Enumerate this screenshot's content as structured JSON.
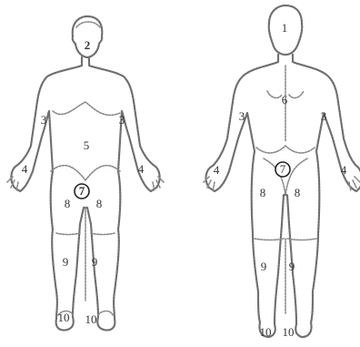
{
  "front_figure": {
    "labels": {
      "head": "2",
      "arm_left": "3",
      "arm_right": "3",
      "hand_left": "4",
      "hand_right": "4",
      "torso": "5",
      "groin": "7",
      "thigh_left": "8",
      "thigh_right": "8",
      "leg_left": "9",
      "leg_right": "9",
      "foot_left": "10",
      "foot_right": "10"
    }
  },
  "back_figure": {
    "labels": {
      "head": "1",
      "upper_back": "6",
      "arm_left": "3",
      "arm_right": "3",
      "hand_left": "4",
      "hand_right": "4",
      "buttocks": "7",
      "thigh_left": "8",
      "thigh_right": "8",
      "leg_left": "9",
      "leg_right": "9",
      "foot_left": "10",
      "foot_right": "10"
    }
  }
}
